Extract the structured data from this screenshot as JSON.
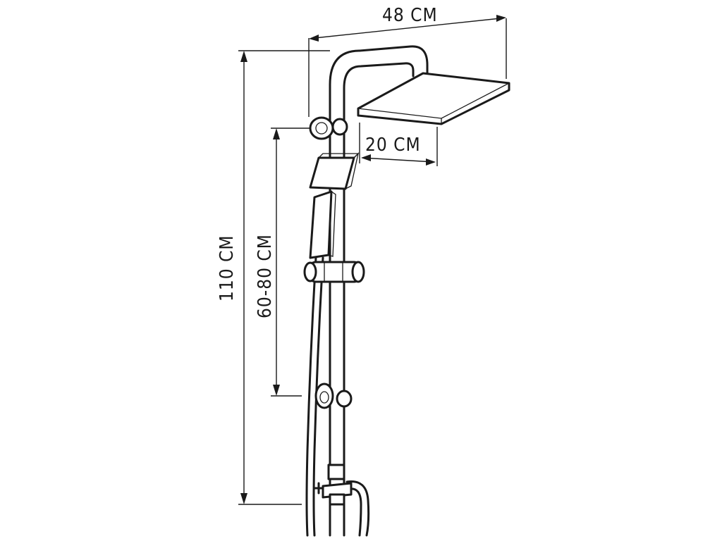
{
  "labels": {
    "width": "48 CM",
    "head_depth": "20 CM",
    "height": "110 CM",
    "adjustable": "60-80 CM"
  },
  "colors": {
    "ink": "#1a1a1a",
    "background": "#ffffff"
  }
}
